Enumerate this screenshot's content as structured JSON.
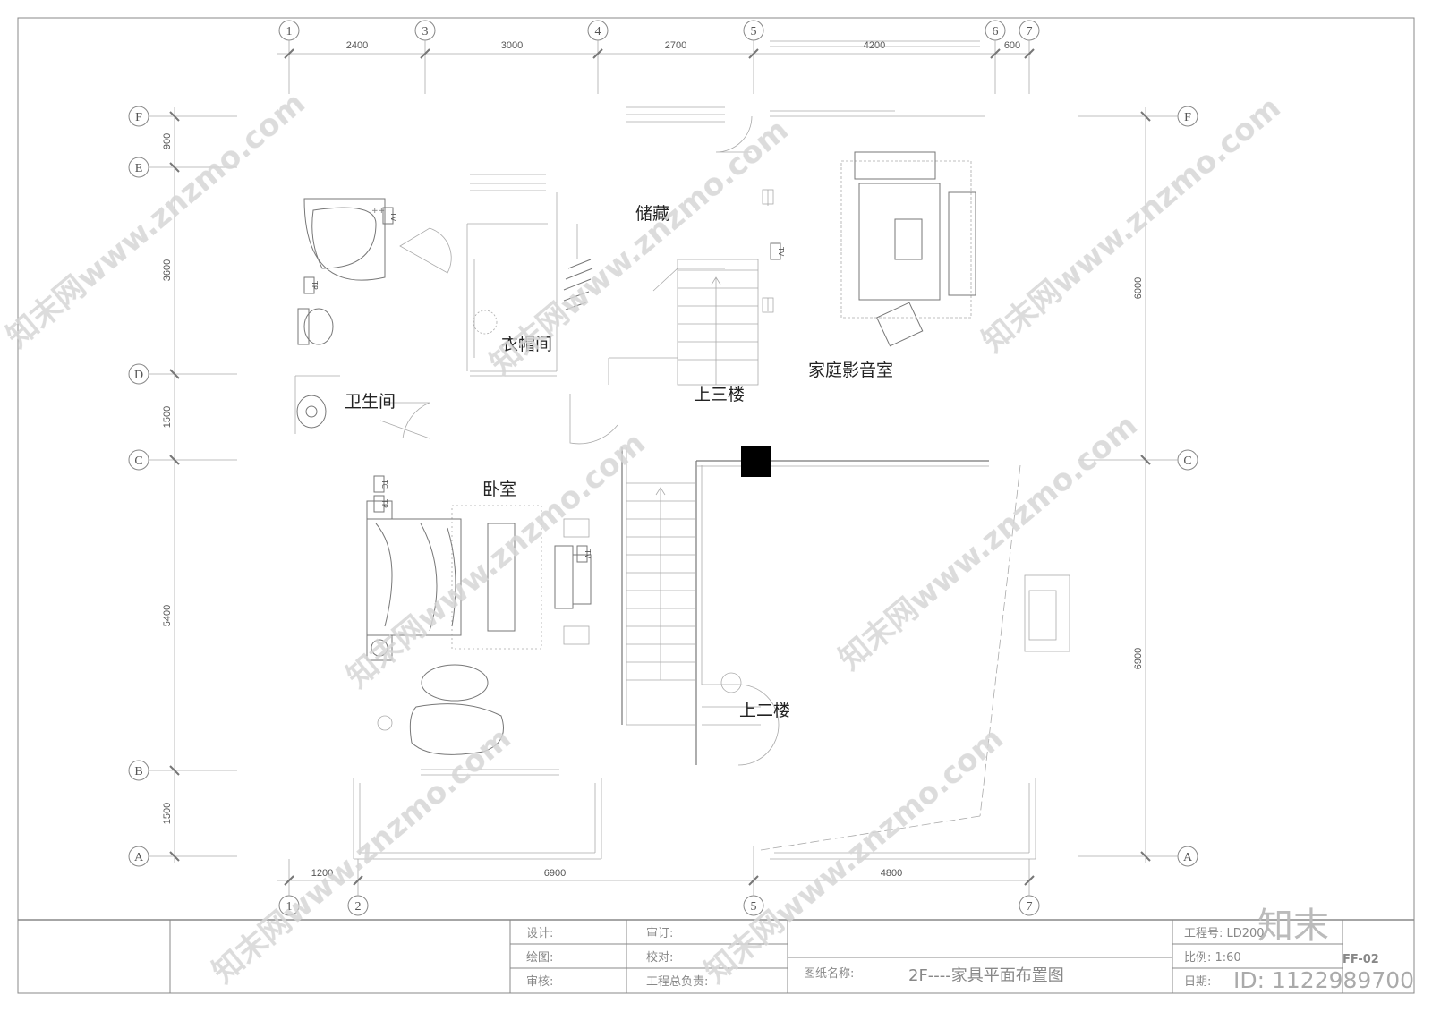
{
  "axes_top": [
    "1",
    "3",
    "4",
    "5",
    "6",
    "7"
  ],
  "axes_bottom": [
    "1",
    "2",
    "5",
    "7"
  ],
  "axes_left": [
    "F",
    "E",
    "D",
    "C",
    "B",
    "A"
  ],
  "axes_right": [
    "F",
    "C",
    "A"
  ],
  "dims_top": [
    "2400",
    "3000",
    "2700",
    "4200",
    "600"
  ],
  "dims_bottom": [
    "1200",
    "6900",
    "4800"
  ],
  "dims_left": [
    "900",
    "3600",
    "1500",
    "5400",
    "1500"
  ],
  "dims_right": [
    "6000",
    "6900"
  ],
  "rooms": {
    "storage": "储藏",
    "cloakroom": "衣帽间",
    "bathroom": "卫生间",
    "home_theater": "家庭影音室",
    "to_third_floor": "上三楼",
    "bedroom": "卧室",
    "to_second_floor": "上二楼"
  },
  "fixtures": {
    "tv": "TV",
    "tp": "TP",
    "tc": "TC"
  },
  "title_block": {
    "design": "设计:",
    "review": "审订:",
    "drawing": "绘图:",
    "check": "校对:",
    "audit": "审核:",
    "chief": "工程总负责:",
    "drawing_name_label": "图纸名称:",
    "drawing_name": "2F----家具平面布置图",
    "project_no": "工程号: LD200",
    "scale": "比例: 1:60",
    "date": "日期:",
    "sheet": "FF-02"
  },
  "watermark": {
    "site": "知末网www.znzmo.com",
    "brand": "知末",
    "id": "ID: 1122989700"
  }
}
